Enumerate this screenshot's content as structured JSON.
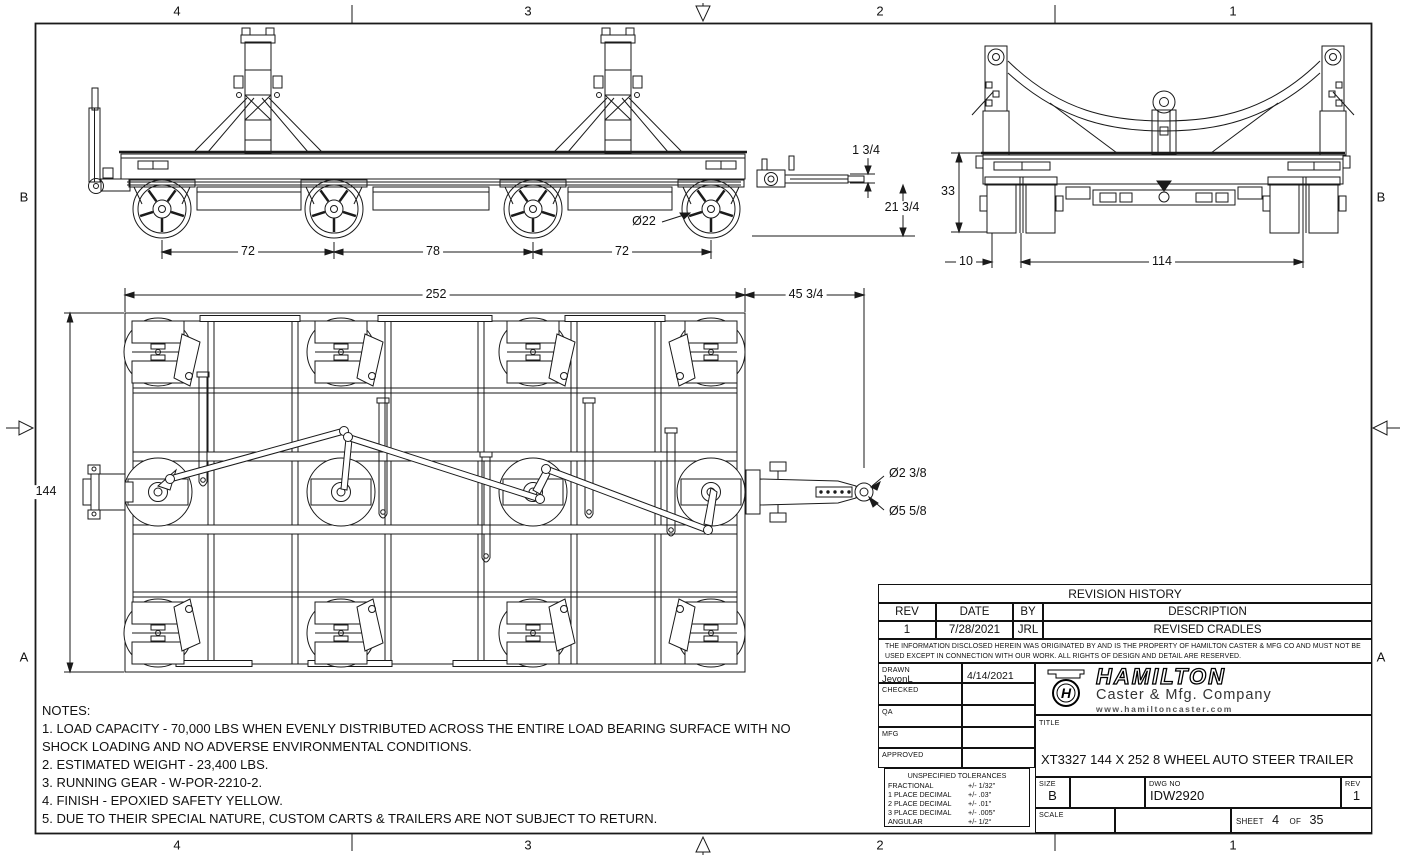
{
  "sheet": {
    "zones": {
      "columns": [
        "4",
        "3",
        "2",
        "1"
      ],
      "rows": [
        "B",
        "A"
      ]
    }
  },
  "dims": {
    "side_spacing_1": "72",
    "side_spacing_2": "78",
    "side_spacing_3": "72",
    "side_wheel_dia": "Ø22",
    "side_towbar_thk": "1 3/4",
    "side_towbar_ht": "21 3/4",
    "front_height": "33",
    "front_offset": "10",
    "front_track": "114",
    "plan_length": "252",
    "plan_ext": "45 3/4",
    "plan_width": "144",
    "plan_pin_dia": "Ø2 3/8",
    "plan_ring_dia": "Ø5 5/8"
  },
  "notes": {
    "heading": "NOTES:",
    "items": [
      "1. LOAD CAPACITY - 70,000 LBS WHEN EVENLY DISTRIBUTED ACROSS THE ENTIRE LOAD BEARING SURFACE WITH NO SHOCK LOADING AND NO ADVERSE ENVIRONMENTAL CONDITIONS.",
      "2. ESTIMATED WEIGHT - 23,400 LBS.",
      "3. RUNNING GEAR - W-POR-2210-2.",
      "4. FINISH - EPOXIED SAFETY YELLOW.",
      "5. DUE TO THEIR SPECIAL NATURE, CUSTOM CARTS & TRAILERS ARE NOT SUBJECT TO RETURN."
    ]
  },
  "title_block": {
    "revision_history": {
      "title": "REVISION HISTORY",
      "columns": [
        "REV",
        "DATE",
        "BY",
        "DESCRIPTION"
      ],
      "rows": [
        {
          "rev": "1",
          "date": "7/28/2021",
          "by": "JRL",
          "description": "REVISED CRADLES"
        }
      ]
    },
    "disclaimer": "THE INFORMATION DISCLOSED HEREIN WAS ORIGINATED BY AND IS THE PROPERTY OF HAMILTON CASTER & MFG CO AND MUST NOT BE USED EXCEPT IN CONNECTION WITH OUR WORK.  ALL RIGHTS OF DESIGN AND DETAIL ARE RESERVED.",
    "signoff": {
      "drawn_label": "DRAWN",
      "drawn_name": "JevonL",
      "drawn_date": "4/14/2021",
      "checked_label": "CHECKED",
      "qa_label": "QA",
      "mfg_label": "MFG",
      "approved_label": "APPROVED"
    },
    "tolerances": {
      "heading": "UNSPECIFIED TOLERANCES",
      "rows": [
        {
          "label": "FRACTIONAL",
          "value": "+/- 1/32\""
        },
        {
          "label": "1 PLACE DECIMAL",
          "value": "+/- .03\""
        },
        {
          "label": "2 PLACE DECIMAL",
          "value": "+/- .01\""
        },
        {
          "label": "3 PLACE DECIMAL",
          "value": "+/- .005\""
        },
        {
          "label": "ANGULAR",
          "value": "+/- 1/2°"
        }
      ]
    },
    "company": {
      "name": "HAMILTON",
      "tagline": "Caster & Mfg. Company",
      "url": "www.hamiltoncaster.com"
    },
    "title_label": "TITLE",
    "title": "XT3327 144 X 252 8 WHEEL AUTO STEER TRAILER",
    "size_label": "SIZE",
    "size": "B",
    "dwg_label": "DWG NO",
    "dwg_no": "IDW2920",
    "rev_label": "REV",
    "rev": "1",
    "scale_label": "SCALE",
    "sheet_label": "SHEET",
    "sheet_num": "4",
    "of_label": "OF",
    "sheet_total": "35"
  }
}
